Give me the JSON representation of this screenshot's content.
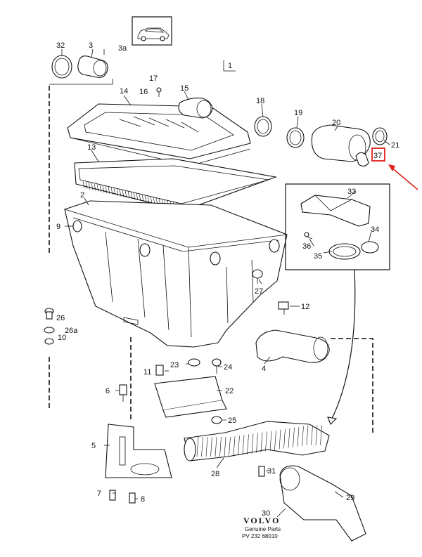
{
  "diagram": {
    "group_label": "1",
    "part_labels": [
      {
        "id": "32",
        "text": "32"
      },
      {
        "id": "3",
        "text": "3"
      },
      {
        "id": "3a",
        "text": "3a"
      },
      {
        "id": "17",
        "text": "17"
      },
      {
        "id": "16",
        "text": "16"
      },
      {
        "id": "15",
        "text": "15"
      },
      {
        "id": "14",
        "text": "14"
      },
      {
        "id": "18",
        "text": "18"
      },
      {
        "id": "19",
        "text": "19"
      },
      {
        "id": "20",
        "text": "20"
      },
      {
        "id": "21",
        "text": "21"
      },
      {
        "id": "37",
        "text": "37"
      },
      {
        "id": "13",
        "text": "13"
      },
      {
        "id": "2",
        "text": "2"
      },
      {
        "id": "9",
        "text": "9"
      },
      {
        "id": "33",
        "text": "33"
      },
      {
        "id": "34",
        "text": "34"
      },
      {
        "id": "36",
        "text": "36"
      },
      {
        "id": "35",
        "text": "35"
      },
      {
        "id": "27",
        "text": "27"
      },
      {
        "id": "12",
        "text": "12"
      },
      {
        "id": "26",
        "text": "26"
      },
      {
        "id": "26a",
        "text": "26a"
      },
      {
        "id": "10",
        "text": "10"
      },
      {
        "id": "4",
        "text": "4"
      },
      {
        "id": "11",
        "text": "11"
      },
      {
        "id": "23",
        "text": "23"
      },
      {
        "id": "24",
        "text": "24"
      },
      {
        "id": "6",
        "text": "6"
      },
      {
        "id": "22",
        "text": "22"
      },
      {
        "id": "25",
        "text": "25"
      },
      {
        "id": "5",
        "text": "5"
      },
      {
        "id": "28",
        "text": "28"
      },
      {
        "id": "31",
        "text": "31"
      },
      {
        "id": "7",
        "text": "7"
      },
      {
        "id": "8",
        "text": "8"
      },
      {
        "id": "29",
        "text": "29"
      },
      {
        "id": "30",
        "text": "30"
      }
    ],
    "highlight": {
      "part": "37",
      "color": "#e0201b"
    },
    "footer": {
      "brand": "VOLVO",
      "line1": "Genuine Parts",
      "line2": "PV 232 68010"
    }
  }
}
